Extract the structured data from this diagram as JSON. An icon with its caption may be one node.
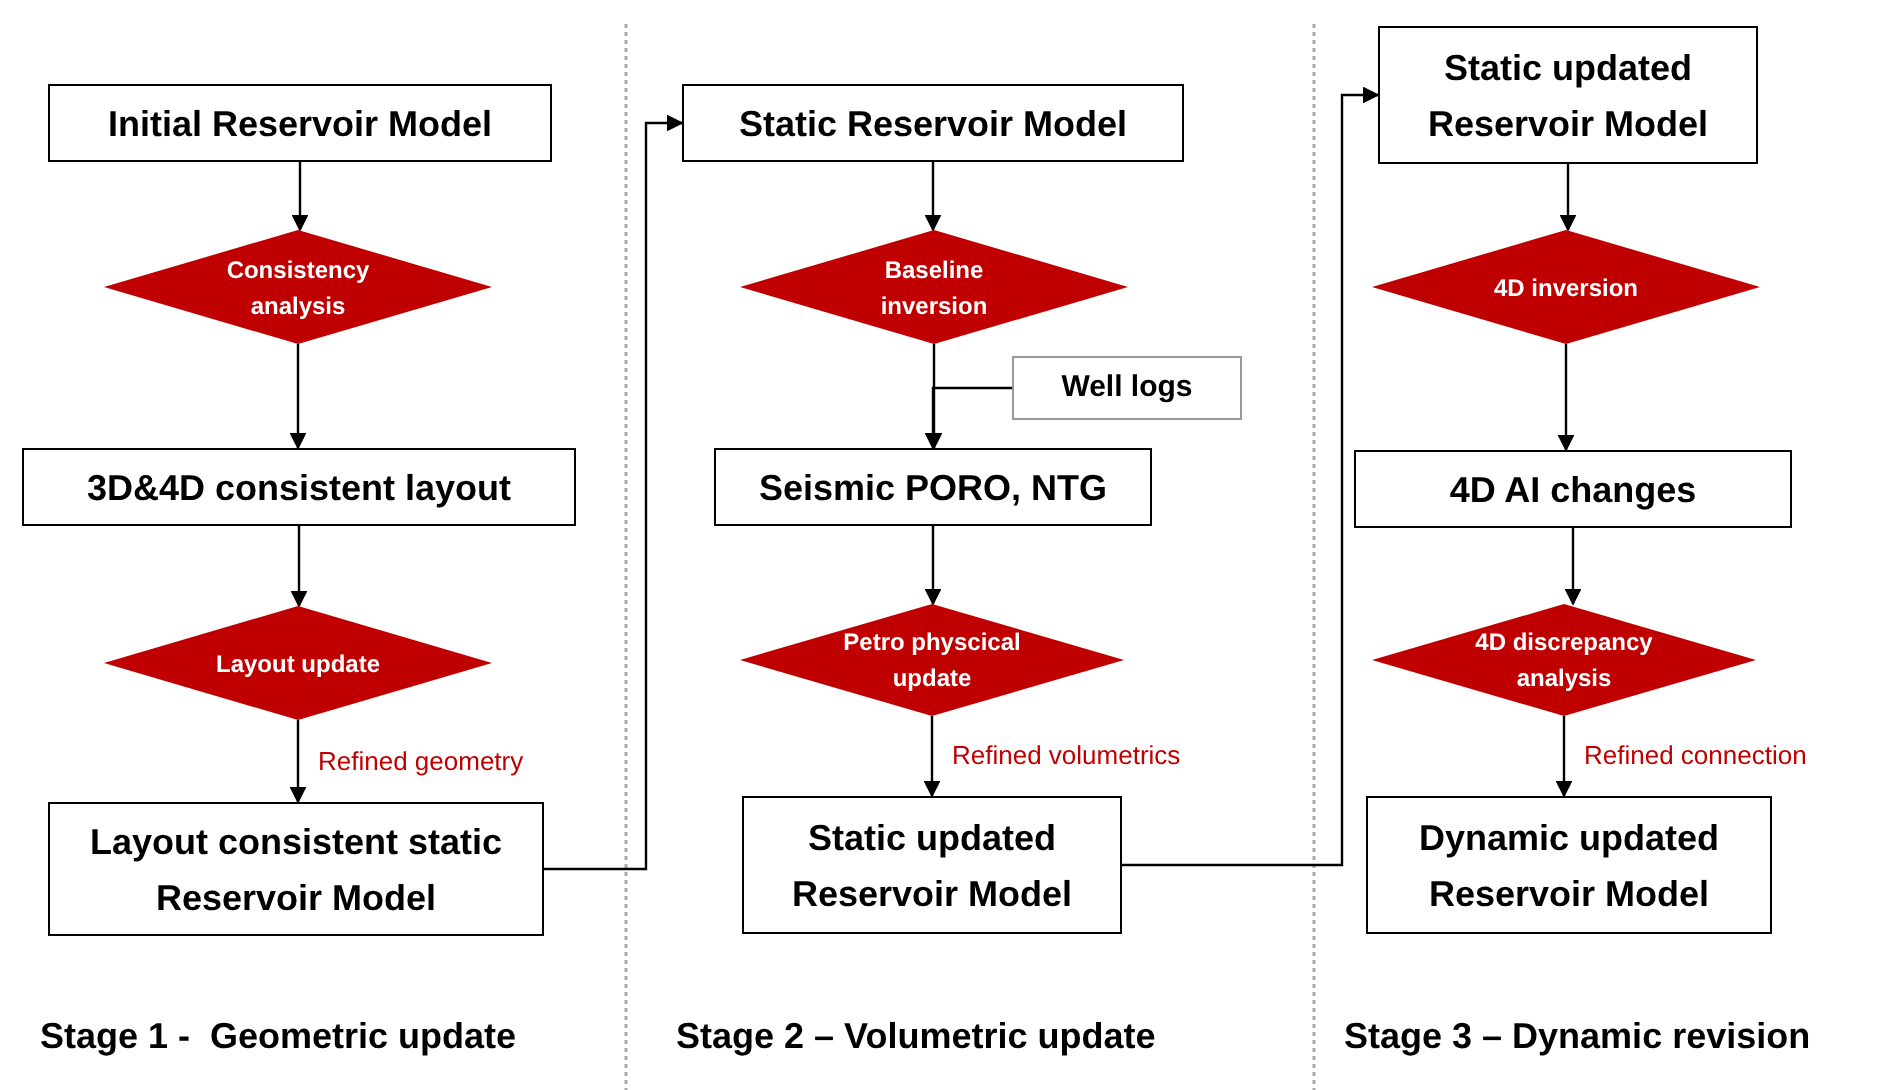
{
  "diagram": {
    "nodes": [
      {
        "text": [
          "Initial Reservoir Model"
        ]
      },
      {
        "text": [
          "Consistency analysis"
        ]
      },
      {
        "text": [
          "3D&4D consistent layout"
        ]
      },
      {
        "text": [
          "Layout update"
        ]
      },
      {
        "text": [
          "Layout consistent static Reservoir Model"
        ]
      },
      {
        "text": [
          "Static Reservoir Model"
        ]
      },
      {
        "text": [
          "Baseline inversion"
        ]
      },
      {
        "text": [
          "Well logs"
        ]
      },
      {
        "text": [
          "Seismic PORO, NTG"
        ]
      },
      {
        "text": [
          "Petro physcical update"
        ]
      },
      {
        "text": [
          "Static updated Reservoir Model"
        ]
      },
      {
        "text": [
          "Static updated Reservoir Model"
        ]
      },
      {
        "text": [
          "4D inversion"
        ]
      },
      {
        "text": [
          "4D AI changes"
        ]
      },
      {
        "text": [
          "4D discrepancy analysis"
        ]
      },
      {
        "text": [
          "Dynamic updated Reservoir Model"
        ]
      }
    ],
    "edges": [
      {
        "from": 0,
        "to": 1,
        "arrow": "to"
      },
      {
        "from": 1,
        "to": 2,
        "arrow": "to"
      },
      {
        "from": 2,
        "to": 3,
        "arrow": "to"
      },
      {
        "from": 3,
        "to": 4,
        "arrow": "to",
        "label": "Refined geometry"
      },
      {
        "from": 4,
        "to": 5,
        "arrow": "to"
      },
      {
        "from": 5,
        "to": 6,
        "arrow": "to"
      },
      {
        "from": 7,
        "to": 8,
        "arrow": "to"
      },
      {
        "from": 6,
        "to": 8,
        "arrow": "to"
      },
      {
        "from": 8,
        "to": 9,
        "arrow": "to"
      },
      {
        "from": 9,
        "to": 10,
        "arrow": "to",
        "label": "Refined volumetrics"
      },
      {
        "from": 10,
        "to": 11,
        "arrow": "to"
      },
      {
        "from": 11,
        "to": 12,
        "arrow": "to"
      },
      {
        "from": 12,
        "to": 13,
        "arrow": "to"
      },
      {
        "from": 13,
        "to": 14,
        "arrow": "to"
      },
      {
        "from": 14,
        "to": 15,
        "arrow": "to",
        "label": "Refined connection"
      }
    ],
    "labels": [
      "Stage 1 -  Geometric update",
      "Stage 2 – Volumetric update",
      "Stage 3 – Dynamic revision"
    ]
  }
}
